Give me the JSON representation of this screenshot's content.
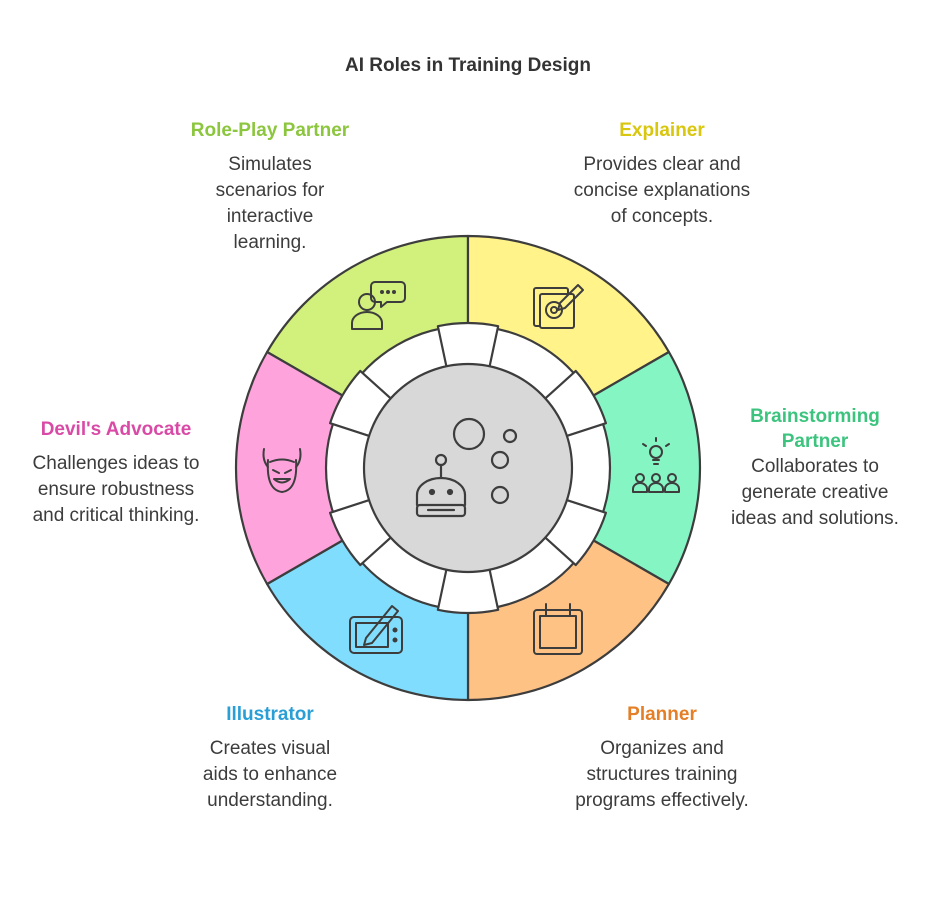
{
  "title": "AI Roles in Training Design",
  "center_icon": "robot-with-bubbles-icon",
  "roles": [
    {
      "name": "Role-Play Partner",
      "description": "Simulates scenarios for interactive learning.",
      "color": "#d2f07c",
      "label_color": "#8cc63e",
      "icon": "person-speech-bubble-icon"
    },
    {
      "name": "Explainer",
      "description": "Provides clear and concise explanations of concepts.",
      "color": "#fff38a",
      "label_color": "#d9c60f",
      "icon": "document-pencil-icon"
    },
    {
      "name": "Brainstorming Partner",
      "description": "Collaborates to generate creative ideas and solutions.",
      "color": "#85f5c4",
      "label_color": "#3cc47f",
      "icon": "lightbulb-team-icon"
    },
    {
      "name": "Planner",
      "description": "Organizes and structures training programs effectively.",
      "color": "#ffc285",
      "label_color": "#e47f27",
      "icon": "calendar-icon"
    },
    {
      "name": "Illustrator",
      "description": "Creates visual aids to enhance understanding.",
      "color": "#81ddfd",
      "label_color": "#2a9fd6",
      "icon": "drawing-tablet-icon"
    },
    {
      "name": "Devil's Advocate",
      "description": "Challenges ideas to ensure robustness and critical thinking.",
      "color": "#ffa3dd",
      "label_color": "#d94aa6",
      "icon": "devil-face-icon"
    }
  ]
}
